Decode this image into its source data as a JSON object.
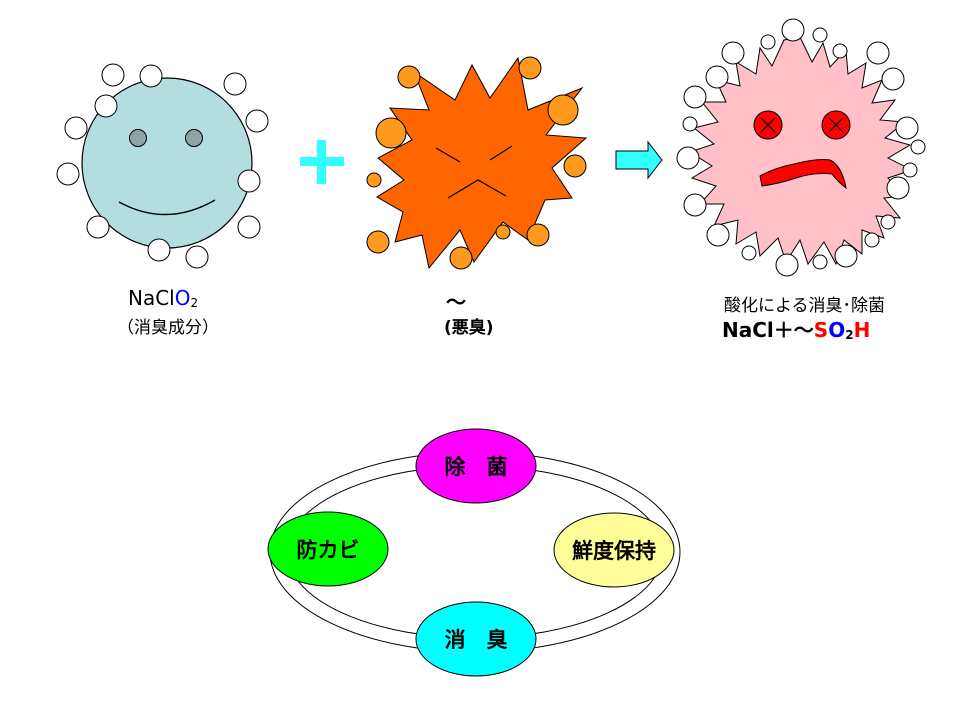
{
  "reactant": {
    "formula": {
      "na_cl": "NaCl",
      "o": "O",
      "sub2": "2"
    },
    "role": "（消臭成分）"
  },
  "plus_sign": "+",
  "odor": {
    "symbol": "～",
    "role": "(悪臭)"
  },
  "product": {
    "title": "酸化による消臭･除菌",
    "formula": {
      "nacl": "NaCl",
      "plus": "＋",
      "tilde": "～",
      "s": "S",
      "o": "O",
      "sub2": "2",
      "h": "H"
    }
  },
  "cycle": {
    "top": "除　菌",
    "right": "鮮度保持",
    "bottom": "消　臭",
    "left": "防カビ"
  },
  "colors": {
    "nacl_face": "#b4dde0",
    "odor_burst": "#ff6600",
    "odor_bubbles": "#ff9a1e",
    "product_burst": "#ffc0c8",
    "product_eyes": "#ff0000",
    "arrow": "#33ffff",
    "plus": "#33ffff",
    "node_top": "#ff00ff",
    "node_right": "#ffff99",
    "node_bottom": "#00ffff",
    "node_left": "#00ff00"
  }
}
